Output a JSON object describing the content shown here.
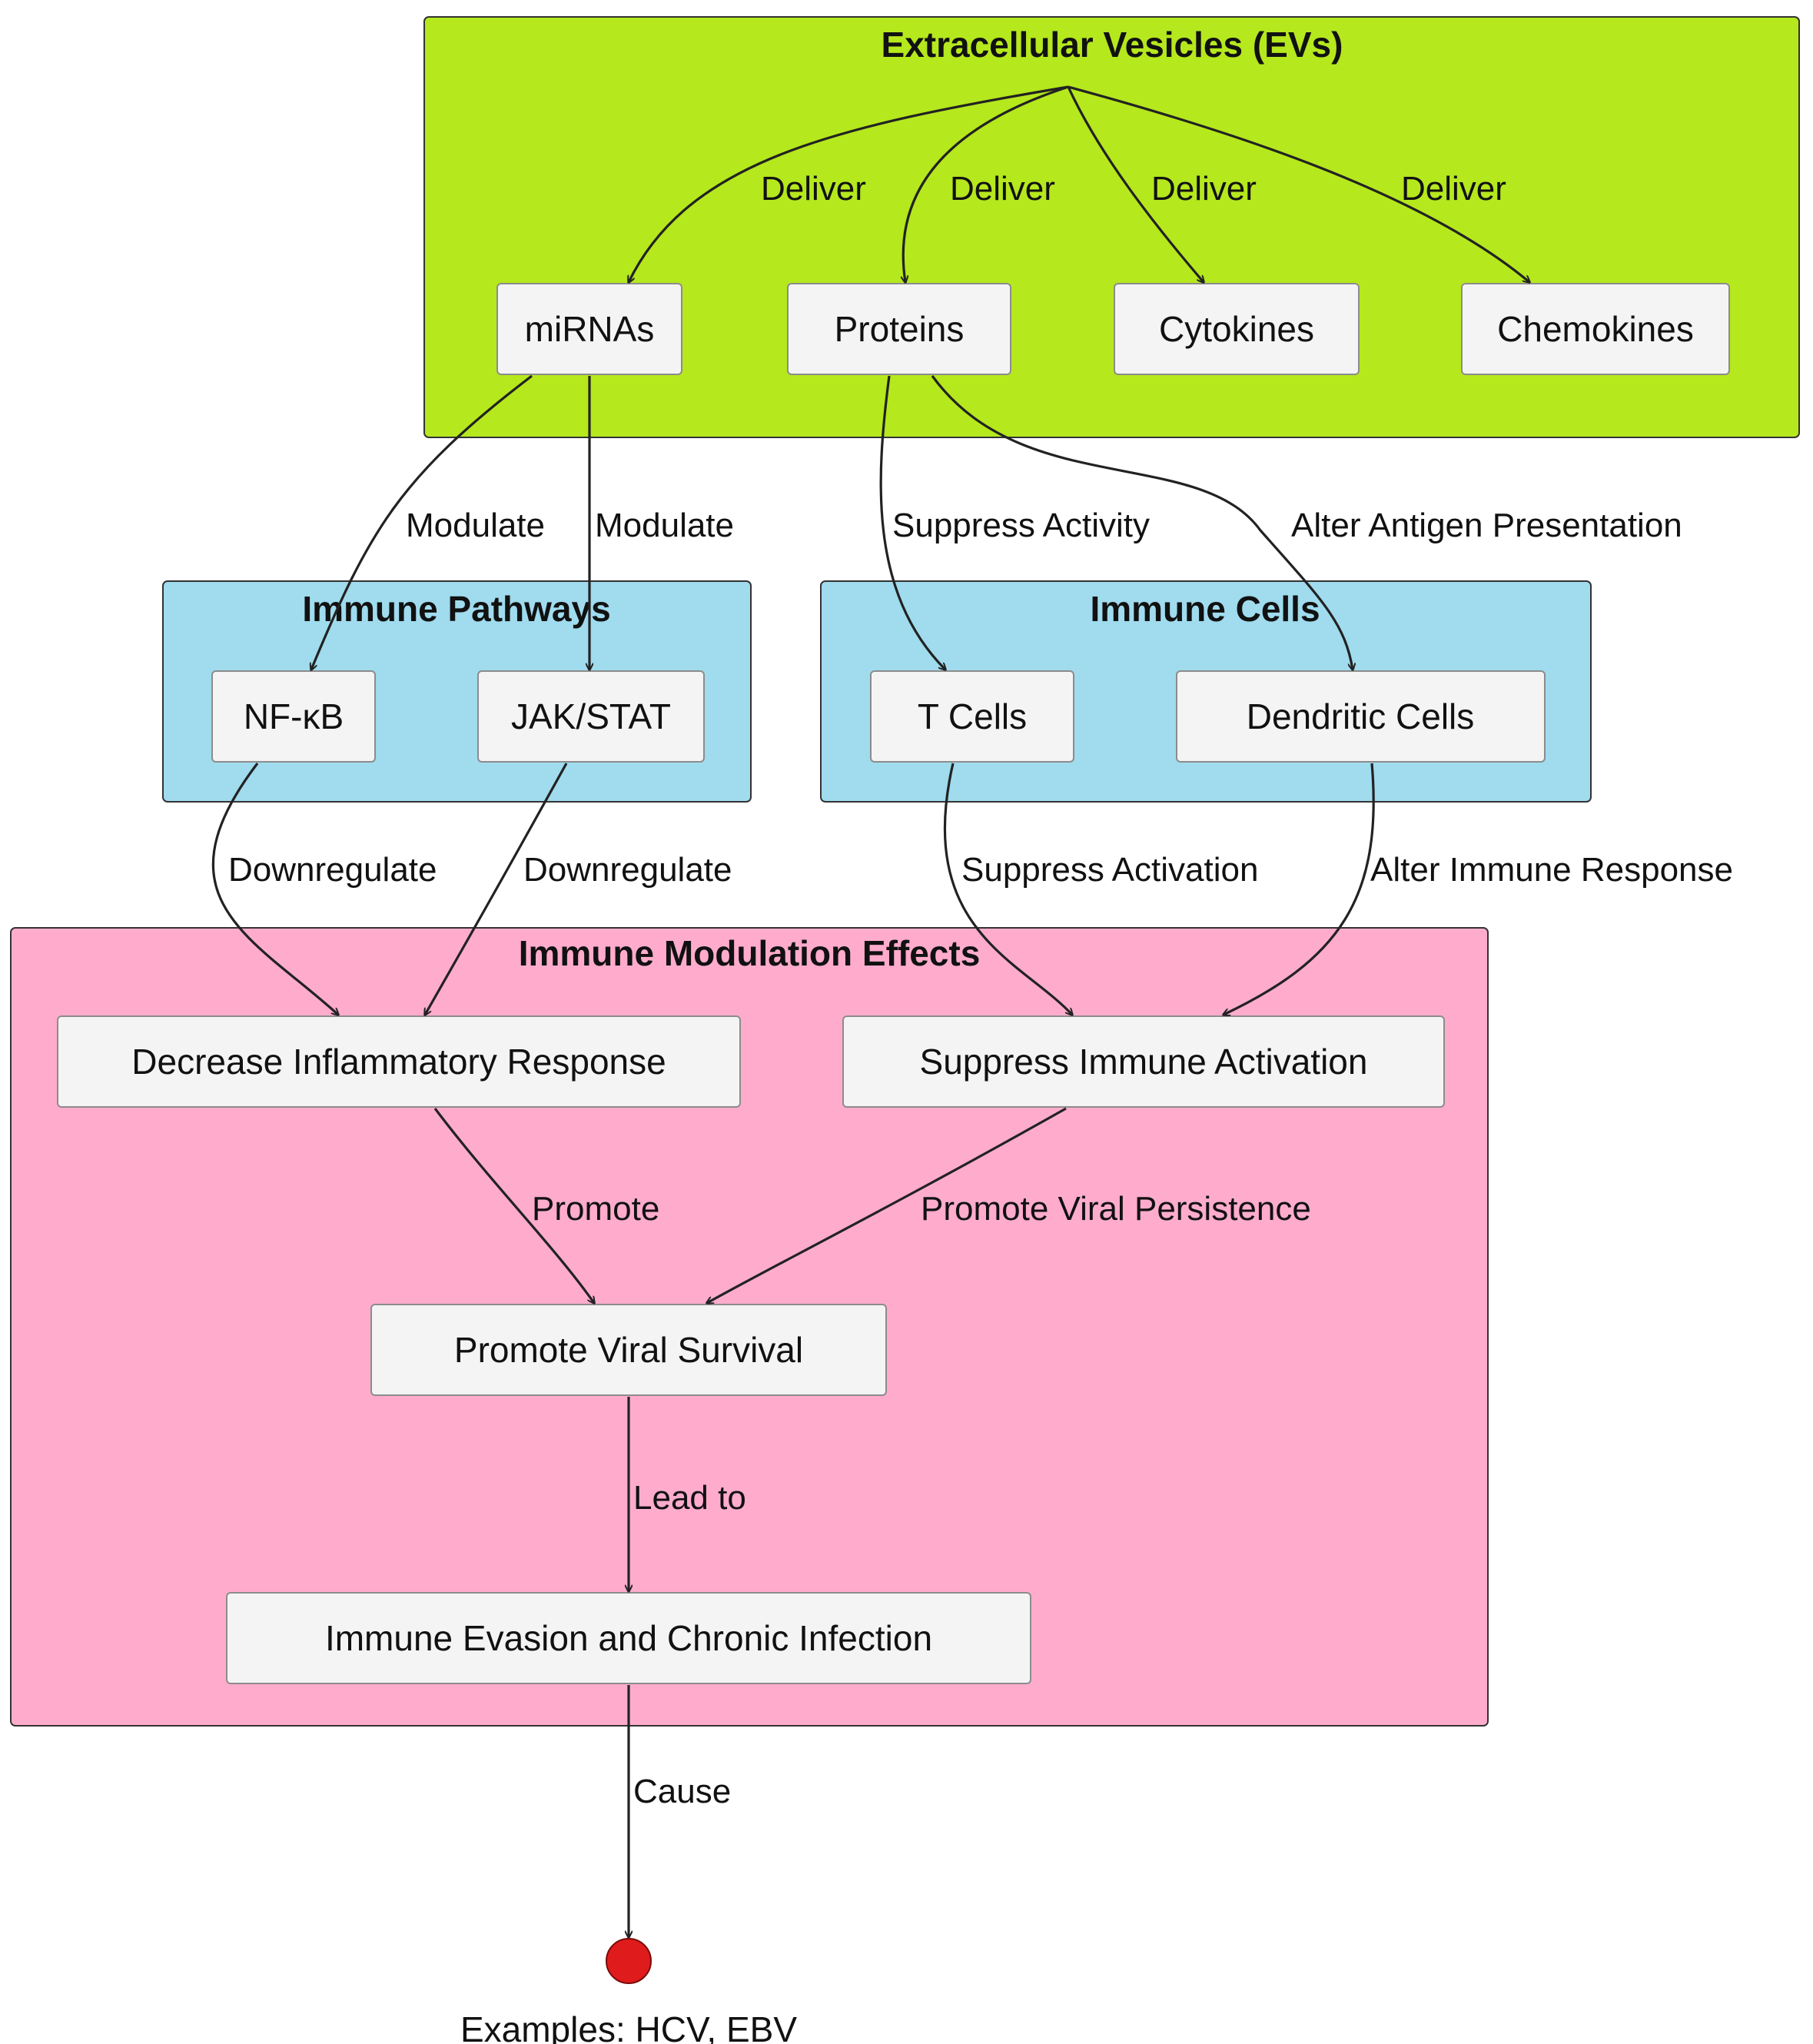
{
  "colors": {
    "ev_group": "#b5e81d",
    "pathway_group": "#a0dbee",
    "cells_group": "#a0dbee",
    "effects_group": "#ffaccc",
    "node_fill": "#f4f4f4",
    "terminal": "#e01b1b"
  },
  "groups": {
    "evs": {
      "title": "Extracellular Vesicles (EVs)"
    },
    "pathways": {
      "title": "Immune Pathways"
    },
    "cells": {
      "title": "Immune Cells"
    },
    "effects": {
      "title": "Immune Modulation Effects"
    }
  },
  "nodes": {
    "mirnas": "miRNAs",
    "proteins": "Proteins",
    "cytokines": "Cytokines",
    "chemokines": "Chemokines",
    "nfkb": "NF-κB",
    "jakstat": "JAK/STAT",
    "tcells": "T Cells",
    "dendritic": "Dendritic Cells",
    "decrease_inflam": "Decrease Inflammatory Response",
    "suppress_immune": "Suppress Immune Activation",
    "promote_survival": "Promote Viral Survival",
    "evasion": "Immune Evasion and Chronic Infection"
  },
  "edges": {
    "deliver_mirnas": "Deliver",
    "deliver_proteins": "Deliver",
    "deliver_cytokines": "Deliver",
    "deliver_chemokines": "Deliver",
    "mirnas_nfkb": "Modulate",
    "mirnas_jakstat": "Modulate",
    "proteins_tcells": "Suppress Activity",
    "proteins_dendritic": "Alter Antigen Presentation",
    "nfkb_decrease": "Downregulate",
    "jakstat_decrease": "Downregulate",
    "tcells_suppress": "Suppress Activation",
    "dendritic_suppress": "Alter Immune Response",
    "decrease_promote": "Promote",
    "suppress_promote": "Promote Viral Persistence",
    "promote_evasion": "Lead to",
    "evasion_end": "Cause"
  },
  "terminal": {
    "label": "Examples: HCV, EBV"
  }
}
